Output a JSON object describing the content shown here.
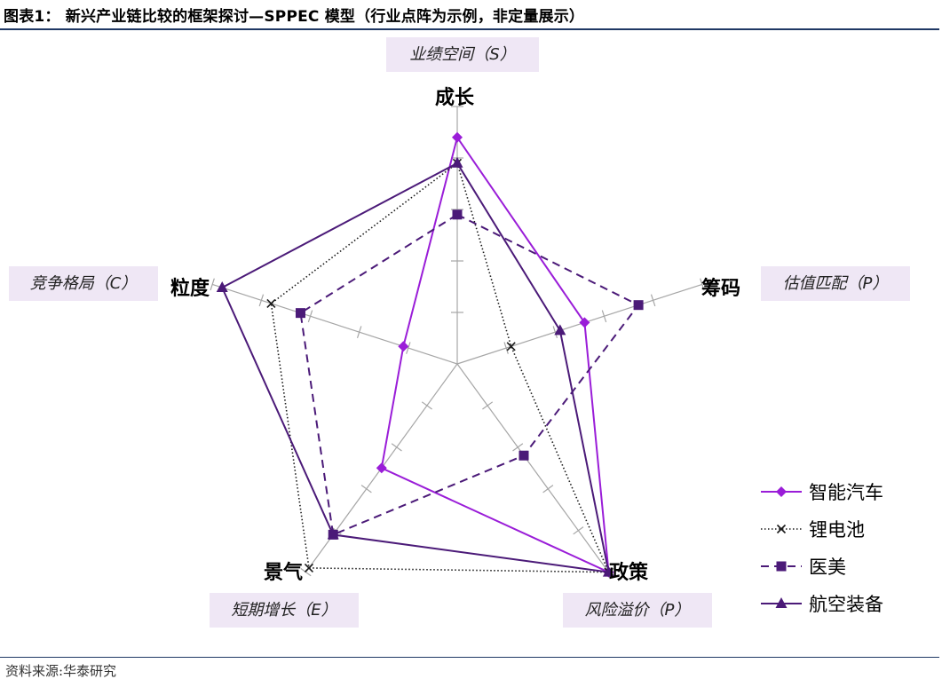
{
  "header": {
    "figure_title": "图表1：  新兴产业链比较的框架探讨—SPPEC 模型（行业点阵为示例，非定量展示）"
  },
  "footer": {
    "source": "资料来源:华泰研究"
  },
  "dimension_boxes": {
    "top": "业绩空间（S）",
    "right": "估值匹配（P）",
    "bottom_right": "风险溢价（P）",
    "bottom_left": "短期增长（E）",
    "left": "竞争格局（C）"
  },
  "colors": {
    "axis": "#a6a6a6",
    "box_fill": "#efe7f5",
    "rule": "#1f3864"
  },
  "chart_data": {
    "type": "radar",
    "axes": [
      "成长",
      "筹码",
      "政策",
      "景气",
      "粒度"
    ],
    "rmax": 5,
    "ticks": [
      1,
      2,
      3,
      4,
      5
    ],
    "series": [
      {
        "name": "智能汽车",
        "color": "#9a1dd8",
        "dash": "solid",
        "marker": "diamond",
        "values": [
          4.4,
          2.6,
          5.0,
          2.5,
          1.1
        ]
      },
      {
        "name": "锂电池",
        "color": "#1a1a1a",
        "dash": "dotted",
        "marker": "x",
        "values": [
          3.9,
          1.1,
          5.0,
          4.9,
          3.8
        ]
      },
      {
        "name": "医美",
        "color": "#4b1a78",
        "dash": "dashed",
        "marker": "square",
        "values": [
          2.9,
          3.7,
          2.2,
          4.1,
          3.2
        ]
      },
      {
        "name": "航空装备",
        "color": "#4b1a78",
        "dash": "solid",
        "marker": "triangle",
        "values": [
          3.9,
          2.1,
          5.0,
          4.1,
          4.8
        ]
      }
    ]
  }
}
